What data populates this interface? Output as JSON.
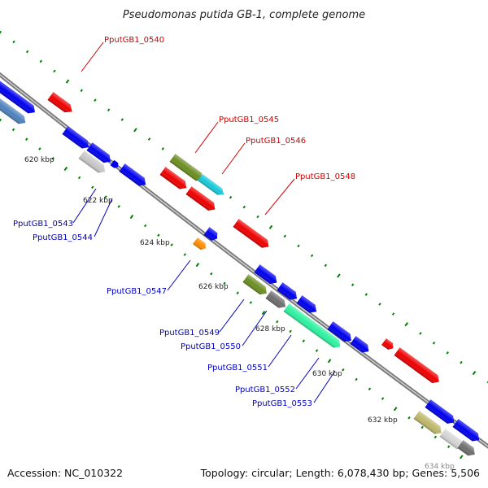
{
  "title": "Pseudomonas putida GB-1, complete genome",
  "footer": {
    "accession": "Accession: NC_010322",
    "topology": "Topology: circular; Length: 6,078,430 bp; Genes: 5,506"
  },
  "kbp_labels": [
    "620 kbp",
    "622 kbp",
    "624 kbp",
    "626 kbp",
    "628 kbp",
    "630 kbp",
    "632 kbp",
    "634 kbp"
  ],
  "gene_labels": {
    "g0540": "PputGB1_0540",
    "g0543": "PputGB1_0543",
    "g0544": "PputGB1_0544",
    "g0545": "PputGB1_0545",
    "g0546": "PputGB1_0546",
    "g0547": "PputGB1_0547",
    "g0548": "PputGB1_0548",
    "g0549": "PputGB1_0549",
    "g0550": "PputGB1_0550",
    "g0551": "PputGB1_0551",
    "g0552": "PputGB1_0552",
    "g0553": "PputGB1_0553"
  },
  "colors": {
    "red": "#ee0000",
    "blue": "#0000ee",
    "steel_blue": "#4f81bd",
    "olive": "#6b8e23",
    "cyan": "#18c8d8",
    "orange": "#ff8c00",
    "light_gray": "#c8c8c8",
    "dark_gray": "#6e6e6e",
    "spring_green": "#2ef2a0",
    "khaki": "#bdb76b",
    "backbone": "#888888",
    "dots": "#008000"
  }
}
